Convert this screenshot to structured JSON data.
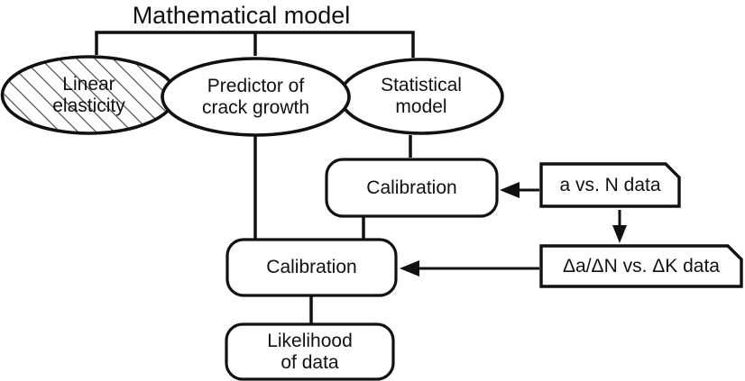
{
  "colors": {
    "ink": "#111111",
    "background": "#ffffff",
    "hatch_line": "#555555"
  },
  "title": "Mathematical model",
  "ellipses": [
    {
      "id": "linear-elasticity",
      "line1": "Linear",
      "line2": "elasticity",
      "fill": "hatched"
    },
    {
      "id": "predictor-of-crack-growth",
      "line1": "Predictor of",
      "line2": "crack growth",
      "fill": "plain"
    },
    {
      "id": "statistical-model",
      "line1": "Statistical",
      "line2": "model",
      "fill": "plain"
    }
  ],
  "boxes": {
    "calibration_statistical": {
      "label": "Calibration"
    },
    "calibration_predictor": {
      "label": "Calibration"
    },
    "likelihood": {
      "line1": "Likelihood",
      "line2": "of data"
    },
    "a_vs_n_data": {
      "label": "a vs. N data"
    },
    "delta_data": {
      "label": "Δa/ΔN vs. ΔK data"
    }
  }
}
